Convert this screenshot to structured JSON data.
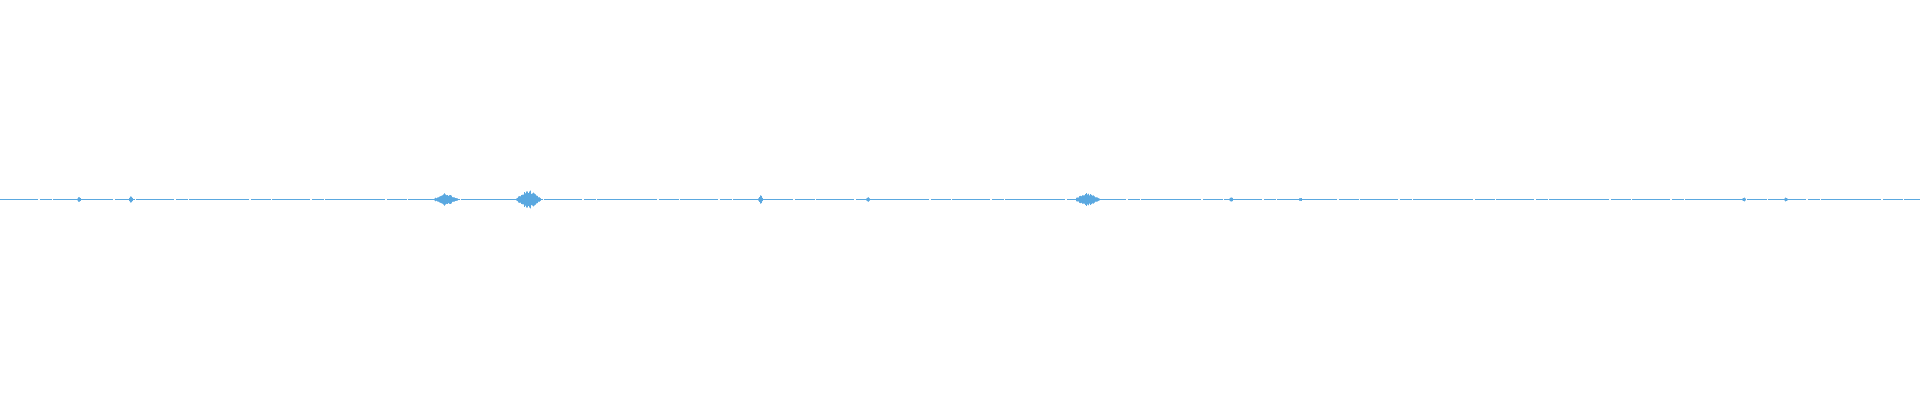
{
  "waveform": {
    "color": "#5aa8e0",
    "background": "#ffffff",
    "style": "audio waveform, mostly near-silent with sparse short bursts",
    "bursts": [
      {
        "at": 0.041,
        "amp": 0.05
      },
      {
        "at": 0.068,
        "amp": 0.07
      },
      {
        "at": 0.232,
        "amp": 0.12
      },
      {
        "at": 0.275,
        "amp": 0.18
      },
      {
        "at": 0.396,
        "amp": 0.09
      },
      {
        "at": 0.452,
        "amp": 0.05
      },
      {
        "at": 0.566,
        "amp": 0.13
      },
      {
        "at": 0.641,
        "amp": 0.05
      },
      {
        "at": 0.677,
        "amp": 0.04
      },
      {
        "at": 0.908,
        "amp": 0.04
      },
      {
        "at": 0.93,
        "amp": 0.04
      }
    ]
  }
}
